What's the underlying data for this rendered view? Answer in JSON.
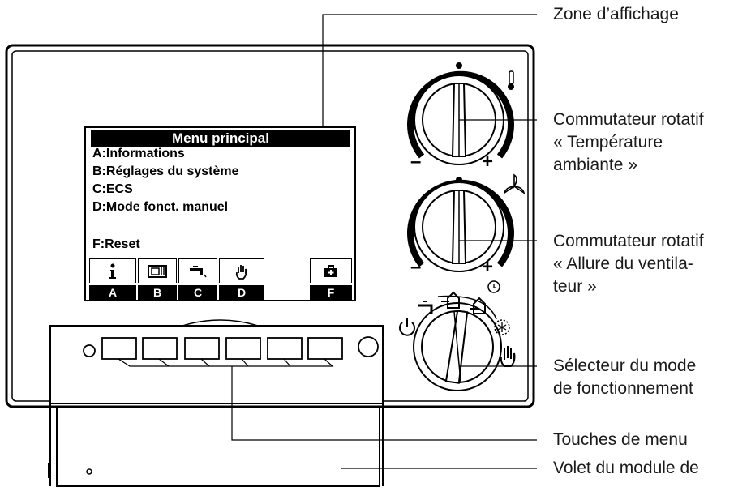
{
  "callouts": {
    "display_zone": "Zone d’affichage",
    "temp_switch": [
      "Commutateur rotatif",
      "« Température",
      "ambiante »"
    ],
    "fan_switch": [
      "Commutateur rotatif",
      "« Allure du ventila-",
      "teur »"
    ],
    "mode_selector": [
      "Sélecteur du mode",
      "de fonctionnement"
    ],
    "menu_keys": "Touches de menu",
    "module_flap": "Volet du module de"
  },
  "display": {
    "title": "Menu principal",
    "lines": [
      "A:Informations",
      "B:Réglages du système",
      "C:ECS",
      "D:Mode fonct. manuel",
      "F:Reset"
    ],
    "softkeys": [
      "A",
      "B",
      "C",
      "D",
      "F"
    ],
    "softkey_icons": [
      "info-icon",
      "system-settings-icon",
      "hot-water-tap-icon",
      "manual-hand-icon",
      "first-aid-kit-icon"
    ]
  },
  "dials": {
    "minus": "–",
    "plus": "+",
    "icons": [
      "thermometer-icon",
      "fan-icon",
      "power-icon",
      "tap-icon",
      "home-arrow-icon",
      "home-double-arrow-icon",
      "clock-icon",
      "snowflake-icon",
      "hand-icon"
    ]
  }
}
